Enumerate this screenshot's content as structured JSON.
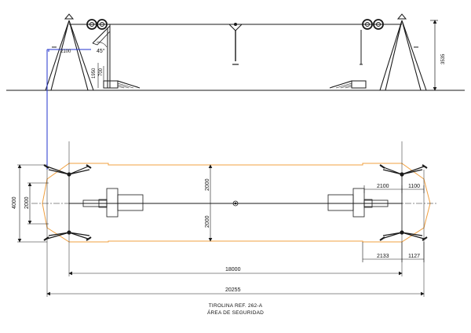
{
  "title_line1": "TIROLINA REF. 262-A",
  "title_line2": "ÁREA DE SEGURIDAD",
  "elevation": {
    "dim_2100": "2100",
    "angle": "45°",
    "dim_1950": "1950",
    "dim_700": "700",
    "dim_3535": "3535"
  },
  "plan": {
    "dim_4000": "4000",
    "dim_2000_left": "2000",
    "dim_2000_center_top": "2000",
    "dim_2000_center_bottom": "2000",
    "dim_2100": "2100",
    "dim_1100": "1100",
    "dim_2133": "2133",
    "dim_1127": "1127",
    "dim_18000": "18000",
    "dim_20255": "20255"
  },
  "colors": {
    "line": "#1a1a1a",
    "safety_area": "#f0a040",
    "leader": "#2233cc"
  }
}
